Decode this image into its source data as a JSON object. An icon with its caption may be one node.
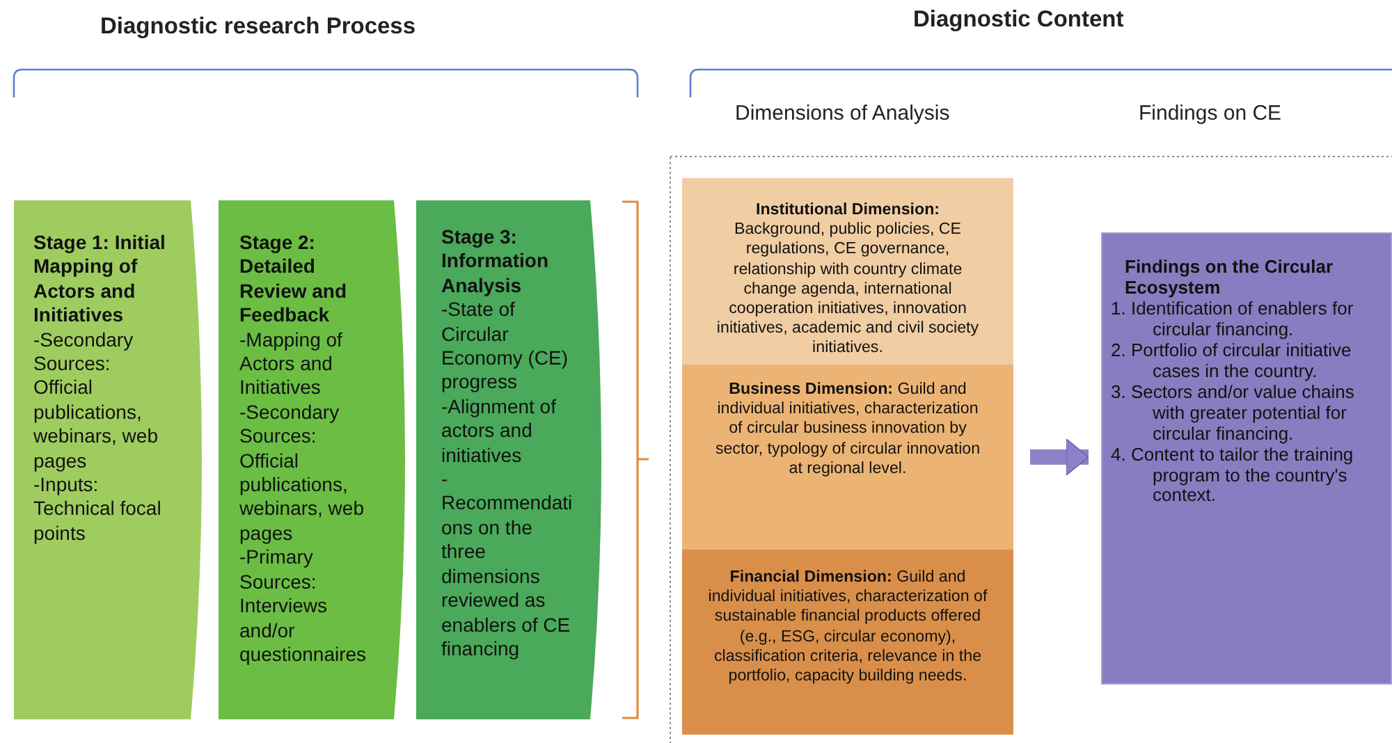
{
  "diagram": {
    "nodes": [
      {
        "text": [
          "Stage 1: Initial Mapping of Actors and Initiatives",
          "-Secondary Sources: Official publications, webinars, web pages",
          "-Inputs: Technical focal points"
        ]
      },
      {
        "text": [
          "Stage 2: Detailed Review and Feedback",
          "-Mapping of Actors and Initiatives",
          "-Secondary Sources: Official publications, webinars, web pages",
          "-Primary Sources: Interviews and/or questionnaires"
        ]
      },
      {
        "text": [
          "Stage 3: Information Analysis",
          "-State of Circular Economy (CE) progress",
          "-Alignment of actors and initiatives",
          "-Recommendations on the three dimensions reviewed as enablers of CE financing"
        ]
      },
      {
        "text": [
          "**Institutional Dimension:** Background, public policies, CE regulations, CE governance, relationship with country climate change agenda, international cooperation initiatives, innovation initiatives, academic and civil society initiatives."
        ]
      },
      {
        "text": [
          "**Business Dimension:** Guild and individual initiatives, characterization of circular business innovation by sector, typology of circular innovation at regional level."
        ]
      },
      {
        "text": [
          "**Financial Dimension:** Guild and individual initiatives, characterization of sustainable financial products offered (e.g., ESG, circular economy), classification criteria, relevance in the portfolio, capacity building needs."
        ]
      },
      {
        "text": [
          "Findings on the Circular Ecosystem",
          "1. Identification of enablers for circular financing.",
          "2. Portfolio of circular initiative cases in the country.",
          "3. Sectors and/or value chains with greater potential for circular financing.",
          "4. Content to tailor the training program to the country's context."
        ]
      }
    ],
    "edges": [
      {
        "from": 4,
        "to": 6,
        "arrow": "to"
      }
    ],
    "labels": [
      "Diagnostic research Process",
      "Diagnostic Content",
      "Dimensions of Analysis",
      "Findings on CE"
    ]
  }
}
